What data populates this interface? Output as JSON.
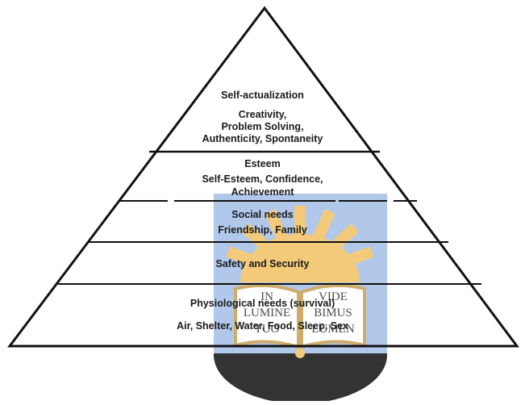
{
  "pyramid": {
    "levels": [
      {
        "title": "Self-actualization",
        "lines": [
          "Creativity,",
          "Problem Solving,",
          "Authenticity, Spontaneity"
        ]
      },
      {
        "title": "Esteem",
        "lines": [
          "Self-Esteem, Confidence,",
          "Achievement"
        ]
      },
      {
        "title": "Social needs",
        "lines": [
          "Friendship, Family"
        ]
      },
      {
        "title": "Safety and Security",
        "lines": []
      },
      {
        "title": "Physiological needs (survival)",
        "lines": [
          "Air, Shelter, Water, Food, Sleep, Sex"
        ]
      }
    ]
  },
  "watermark": {
    "book_left": [
      "IN",
      "LUMINE",
      "TUO"
    ],
    "book_right": [
      "VIDE",
      "BIMUS",
      "LUMEN"
    ],
    "colors": {
      "sky": "#a9c3e8",
      "sun": "#f2c56b",
      "book": "#ffffff",
      "base": "#1e1e1e"
    }
  }
}
